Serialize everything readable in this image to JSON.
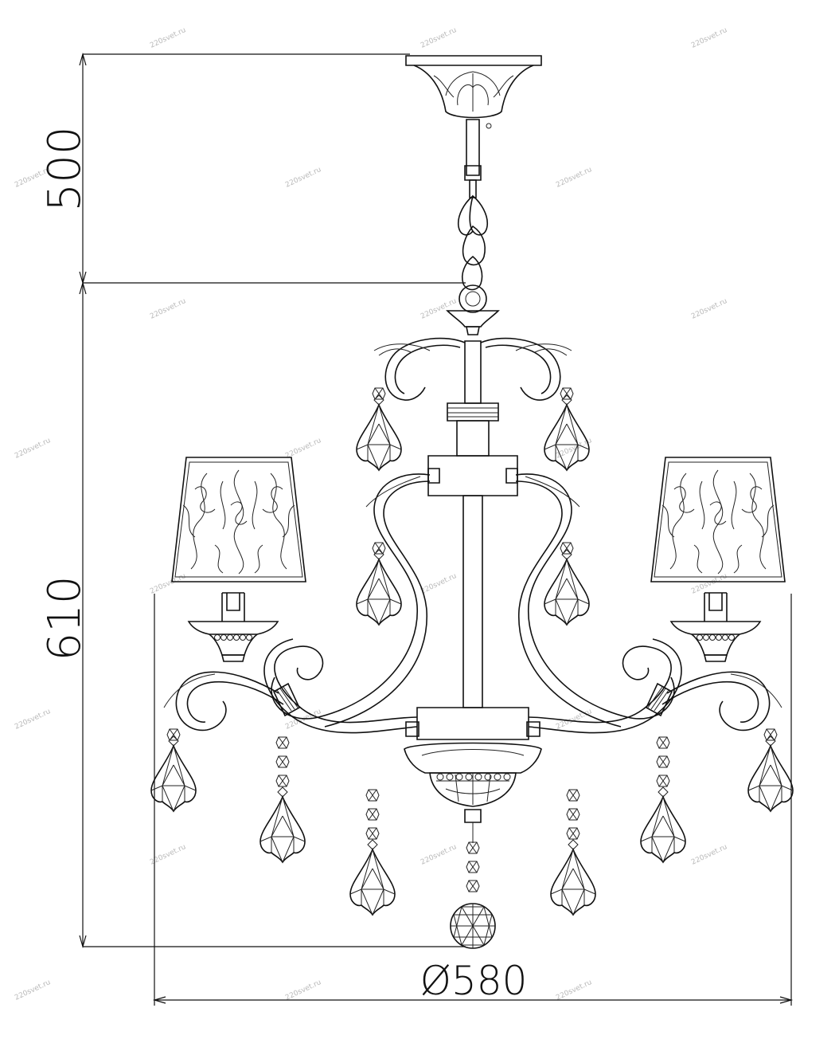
{
  "dimensions": {
    "suspension_height": "500",
    "body_height": "610",
    "diameter": "Ø580"
  },
  "watermark": "220svet.ru",
  "colors": {
    "line": "#111111",
    "watermark": "#b8b8b8",
    "background": "#ffffff"
  }
}
